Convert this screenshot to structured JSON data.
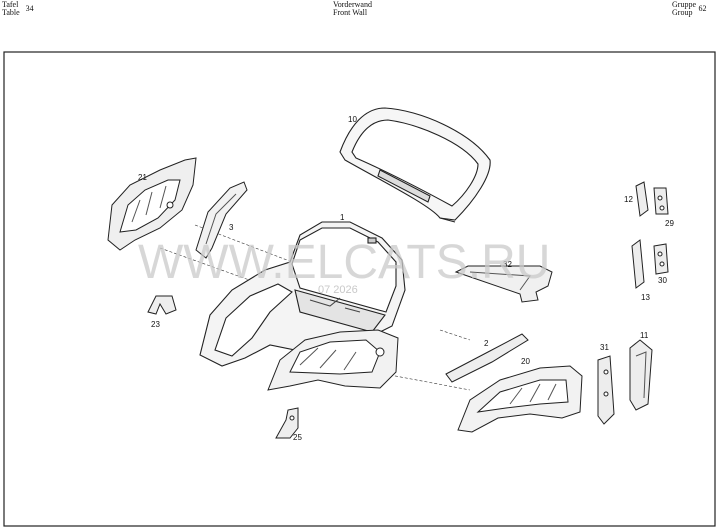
{
  "header": {
    "left": {
      "line1": "Tafel",
      "line2": "Table",
      "number": "34"
    },
    "center": {
      "line1": "Vorderwand",
      "line2": "Front Wall"
    },
    "right": {
      "line1": "Gruppe",
      "line2": "Group",
      "number": "62"
    }
  },
  "watermark": {
    "text": "WWW.ELCATS.RU",
    "stamp": "07 2026"
  },
  "callouts": [
    "10",
    "21",
    "3",
    "1",
    "12",
    "29",
    "32",
    "13",
    "30",
    "23",
    "2",
    "20",
    "31",
    "11",
    "25"
  ]
}
